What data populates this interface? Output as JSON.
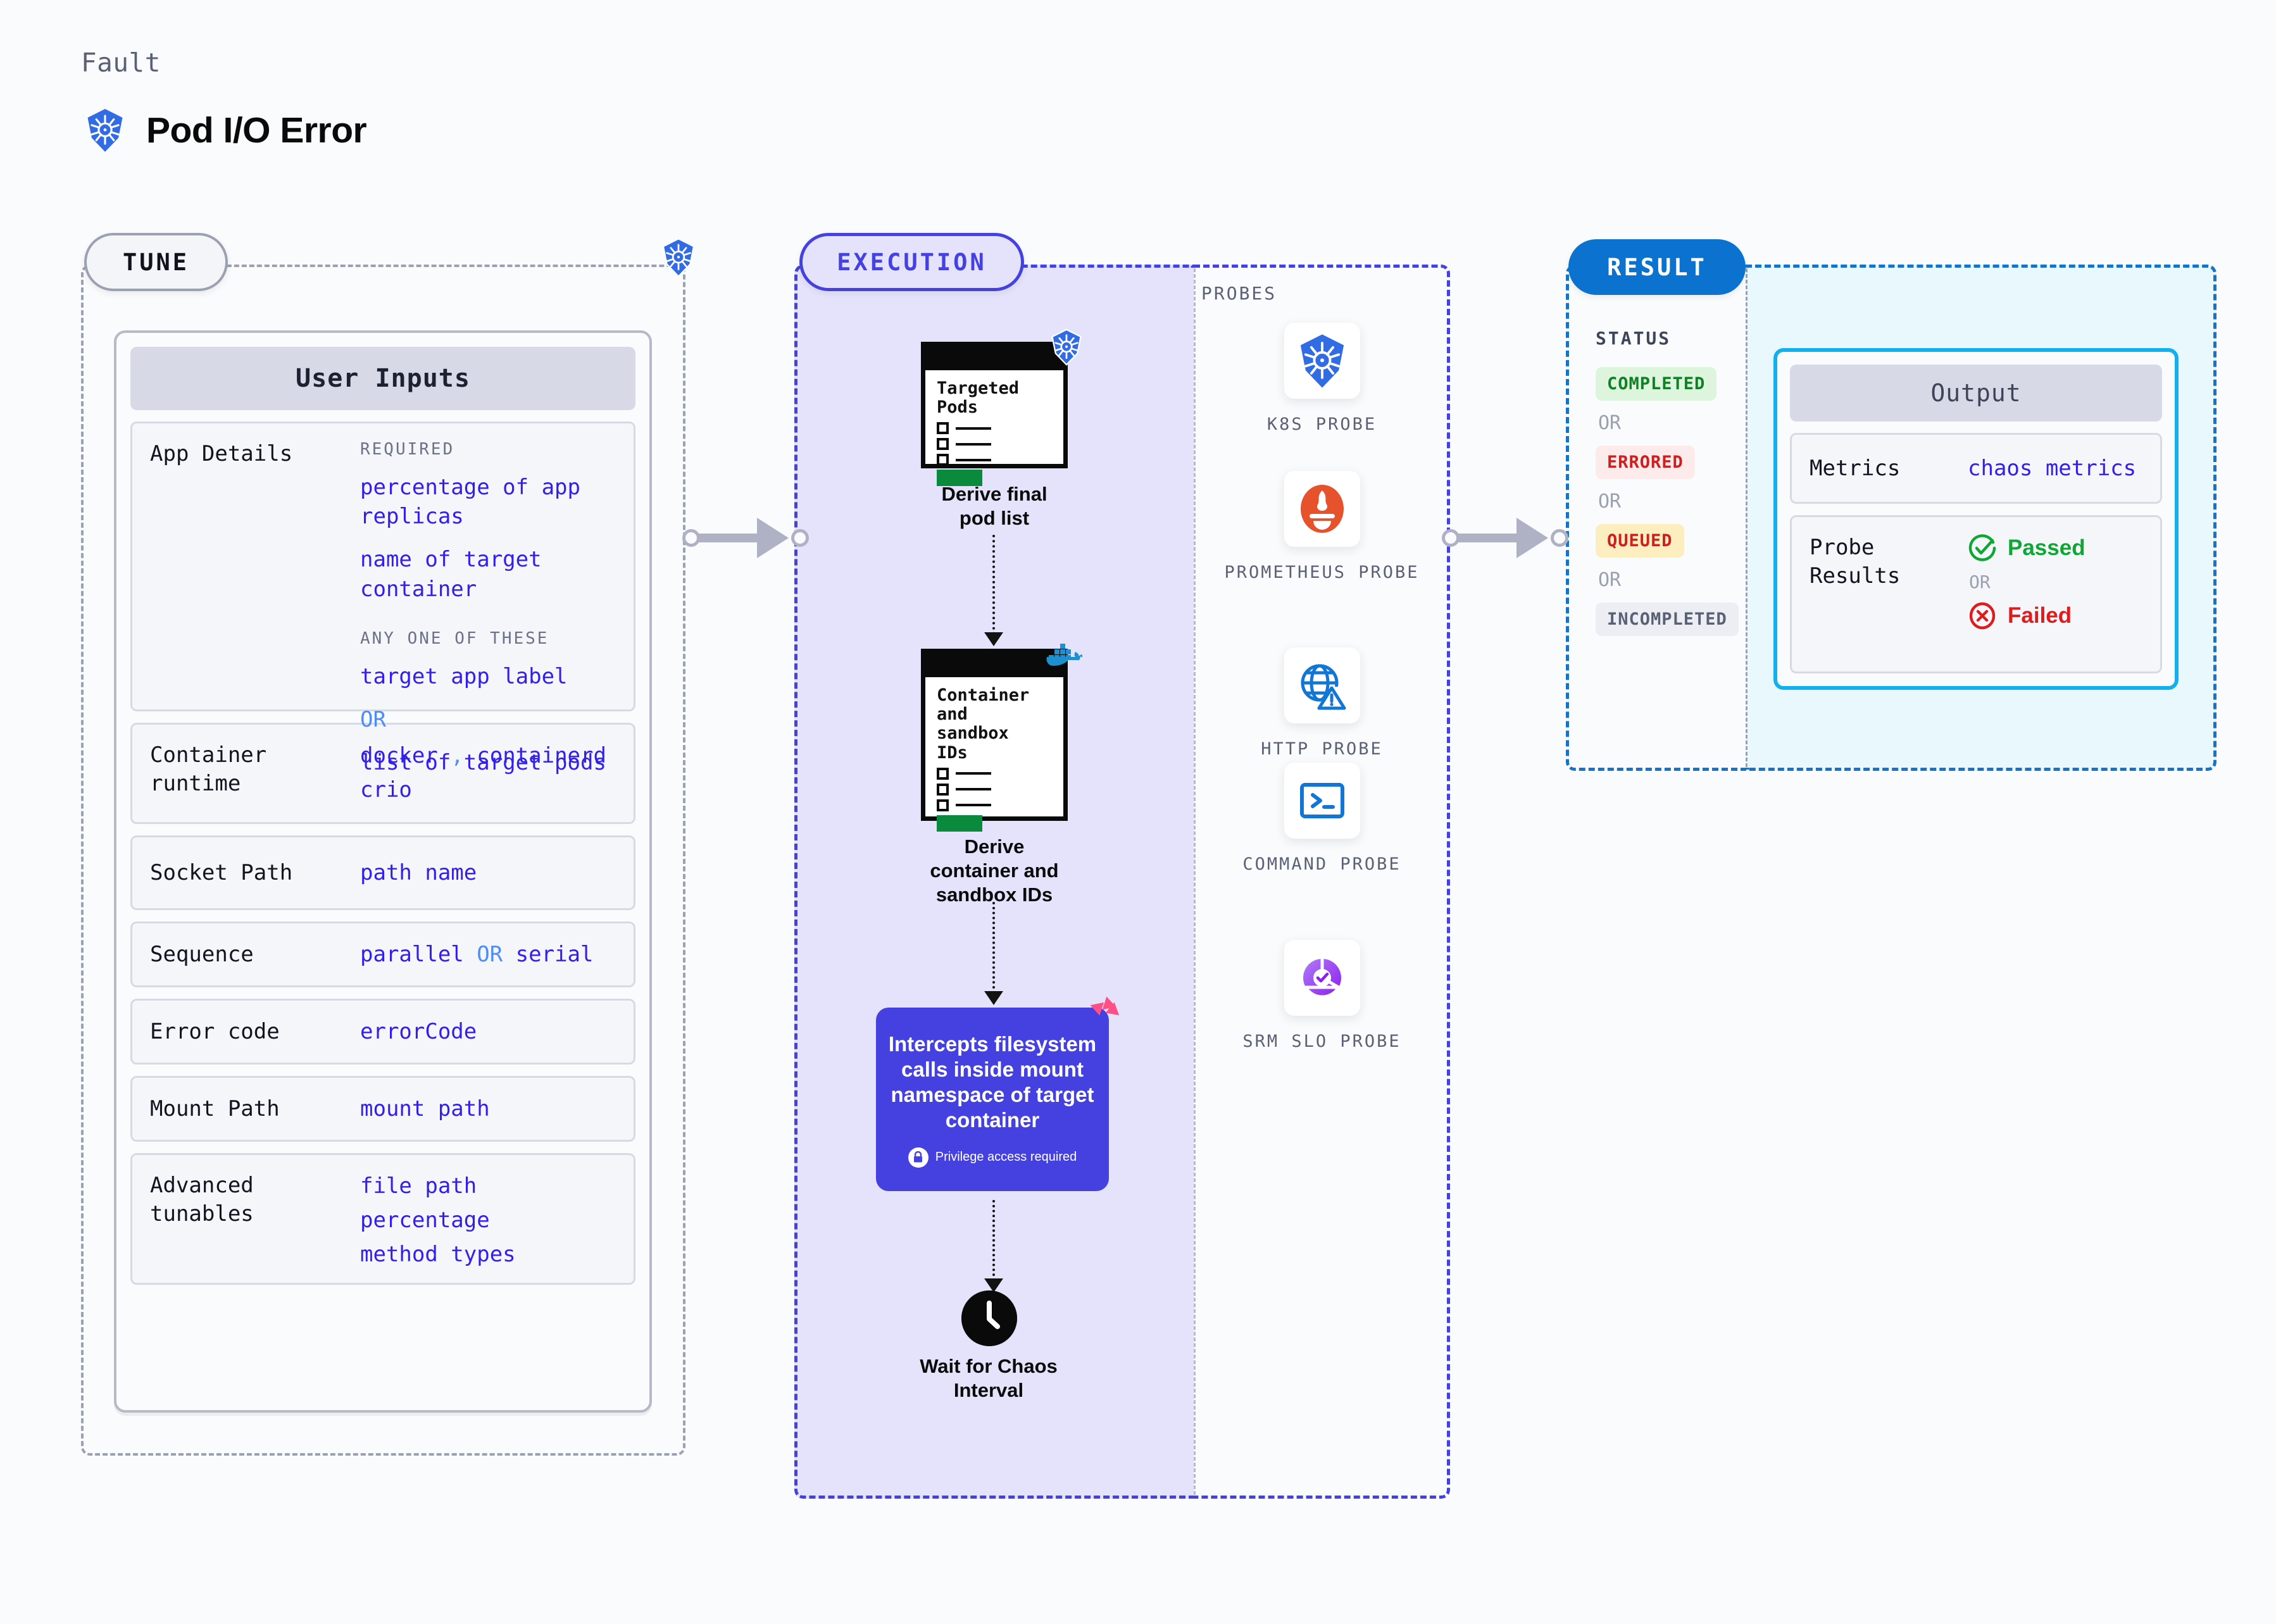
{
  "header": {
    "eyebrow": "Fault",
    "title": "Pod I/O Error",
    "icon": "kubernetes-icon"
  },
  "colors": {
    "accent_purple": "#4540e0",
    "accent_blue": "#0b72cf",
    "accent_cyan": "#12b0ef",
    "k8s_blue": "#326ce5",
    "code_blue": "#3320e8",
    "green": "#0a8a3c",
    "pink": "#ff4f87"
  },
  "tune": {
    "pill_label": "TUNE",
    "card_title": "User Inputs",
    "rows": [
      {
        "label": "App Details",
        "groups": [
          {
            "heading": "REQUIRED",
            "values": [
              "percentage of app replicas",
              "name of target container"
            ]
          },
          {
            "heading": "ANY ONE OF THESE",
            "values": [
              "target app label",
              "OR",
              "list of target pods"
            ]
          }
        ]
      },
      {
        "label": "Container runtime",
        "values": [
          "docker , containerd",
          "crio"
        ]
      },
      {
        "label": "Socket Path",
        "values": [
          "path name"
        ]
      },
      {
        "label": "Sequence",
        "values": [
          "parallel OR serial"
        ]
      },
      {
        "label": "Error code",
        "values": [
          "errorCode"
        ]
      },
      {
        "label": "Mount Path",
        "values": [
          "mount path"
        ]
      },
      {
        "label": "Advanced tunables",
        "values": [
          "file path",
          "percentage",
          "method types"
        ]
      }
    ]
  },
  "execution": {
    "pill_label": "EXECUTION",
    "steps": [
      {
        "doc_title": "Targeted Pods",
        "caption": "Derive final pod list",
        "badge": "kubernetes-icon"
      },
      {
        "doc_title": "Container and sandbox IDs",
        "caption": "Derive container and sandbox IDs",
        "badge": "docker-icon"
      }
    ],
    "inject": {
      "text": "Intercepts filesystem calls inside mount namespace of target container",
      "privilege_note": "Privilege access required",
      "badge": "litmus-chaos-icon",
      "lock_icon": "lock-icon"
    },
    "wait": {
      "caption": "Wait for Chaos Interval",
      "icon": "clock-icon"
    }
  },
  "probes": {
    "title": "PROBES",
    "items": [
      {
        "label": "K8S PROBE",
        "icon": "kubernetes-icon"
      },
      {
        "label": "PROMETHEUS PROBE",
        "icon": "prometheus-icon"
      },
      {
        "label": "HTTP PROBE",
        "icon": "http-globe-warning-icon"
      },
      {
        "label": "COMMAND PROBE",
        "icon": "terminal-icon"
      },
      {
        "label": "SRM SLO PROBE",
        "icon": "srm-slo-icon"
      }
    ]
  },
  "result": {
    "pill_label": "RESULT",
    "status_title": "STATUS",
    "or_label": "OR",
    "statuses": [
      {
        "label": "COMPLETED",
        "bg": "#ddf4dd",
        "fg": "#0f8023"
      },
      {
        "label": "ERRORED",
        "bg": "#fdeaea",
        "fg": "#cc1f1f"
      },
      {
        "label": "QUEUED",
        "bg": "#fdeebf",
        "fg": "#cc1f1f"
      },
      {
        "label": "INCOMPLETED",
        "bg": "#eceef4",
        "fg": "#5b6175"
      }
    ]
  },
  "output": {
    "card_title": "Output",
    "metrics_label": "Metrics",
    "metrics_value": "chaos metrics",
    "probe_results_label": "Probe Results",
    "passed_label": "Passed",
    "failed_label": "Failed",
    "or_label": "OR",
    "passed_icon": "check-circle-icon",
    "failed_icon": "x-circle-icon"
  }
}
